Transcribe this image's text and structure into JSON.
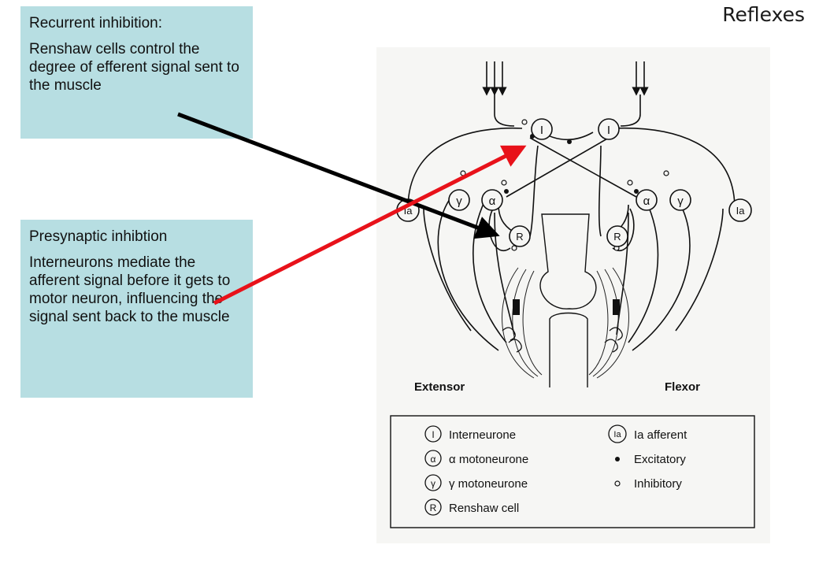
{
  "title": "Reflexes",
  "callouts": {
    "recurrent": {
      "title": "Recurrent inhibition:",
      "body": "Renshaw cells control the degree of efferent signal sent to the muscle"
    },
    "presynaptic": {
      "title": "Presynaptic inhibtion",
      "body": "Interneurons mediate the afferent signal before it gets to motor neuron, influencing the signal sent back to the muscle"
    }
  },
  "figure": {
    "neuron_labels": {
      "interneurone": "I",
      "alpha": "α",
      "gamma": "γ",
      "renshaw": "R",
      "ia": "Ia"
    },
    "side_labels": {
      "extensor": "Extensor",
      "flexor": "Flexor"
    },
    "legend": {
      "interneurone": "Interneurone",
      "alpha_motoneurone": "α motoneurone",
      "gamma_motoneurone": "γ motoneurone",
      "renshaw_cell": "Renshaw cell",
      "ia_afferent": "Ia afferent",
      "excitatory": "Excitatory",
      "inhibitory": "Inhibitory"
    }
  },
  "colors": {
    "callout_bg": "#b7dee2",
    "arrow_red": "#e8121a",
    "arrow_black": "#000000",
    "figure_bg": "#f6f6f4"
  }
}
